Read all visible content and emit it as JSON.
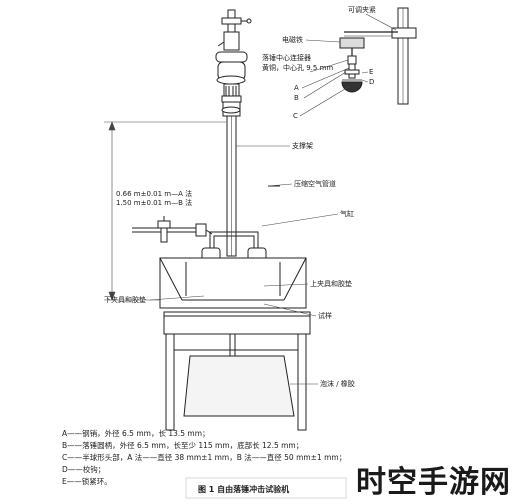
{
  "labels": {
    "adjustable_clamp": "可调夹紧",
    "electromagnet": "电磁铁",
    "hammer_line1": "落锤中心连接器",
    "hammer_line2": "黄铜，中心孔 9.5 mm",
    "support": "支撑架",
    "air_pipe": "压缩空气管道",
    "cylinder": "气缸",
    "upper_clamp": "上夹具和胶垫",
    "lower_clamp": "下夹具和胶垫",
    "specimen": "试样",
    "sand_mat": "泡沫 / 橡胶",
    "A": "A",
    "B": "B",
    "C": "C",
    "D": "D",
    "E": "E",
    "dim_a": "0.66 m±0.01 m—A 法",
    "dim_b": "1.50 m±0.01 m—B 法"
  },
  "legend": [
    "A——钢销，外径 6.5 mm，长 13.5 mm；",
    "B——落锤圆柄，外径 6.5 mm，长至少 115 mm，底部长 12.5 mm；",
    "C——半球形头部，A 法——直径 38 mm±1 mm，B 法——直径 50 mm±1 mm；",
    "D——校钩；",
    "E——锁紧环。"
  ],
  "caption": "图 1  自由落锤冲击试验机",
  "watermark": "时空手游网"
}
